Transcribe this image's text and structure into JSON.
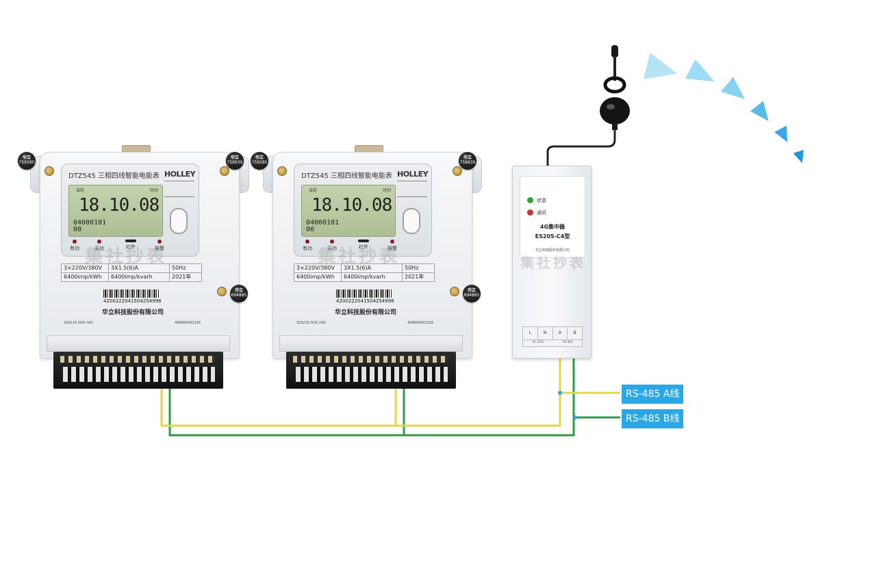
{
  "meters": [
    {
      "model": "DTZ545",
      "title": "三相四线智能电能表",
      "brand": "HOLLEY",
      "lcd_top_left": "当前",
      "lcd_top_right": "时间",
      "lcd_main": "18.10.08",
      "lcd_sub1": "04000101",
      "lcd_sub2": "00",
      "indicators": [
        "有功",
        "无功",
        "红外",
        "报警"
      ],
      "specs": {
        "voltage": "3×220V/380V",
        "current": "3X1.5(6)A",
        "freq": "50Hz",
        "imp_kwh": "6400imp/kWh",
        "imp_kvarh": "6400imp/kvarh",
        "year": "2021年"
      },
      "barcode_number": "4200222041504254998",
      "company": "华立科技股份有限公司",
      "footer_left": "320218 SDK (VA)",
      "footer_right": "408969432156",
      "seals": [
        {
          "brand": "华立",
          "number": "759280"
        },
        {
          "brand": "华立",
          "number": "759639"
        },
        {
          "brand": "华立",
          "number": "694885"
        }
      ]
    },
    {
      "model": "DTZ545",
      "title": "三相四线智能电能表",
      "brand": "HOLLEY",
      "lcd_top_left": "当前",
      "lcd_top_right": "时间",
      "lcd_main": "18.10.08",
      "lcd_sub1": "04000101",
      "lcd_sub2": "00",
      "indicators": [
        "有功",
        "无功",
        "红外",
        "报警"
      ],
      "specs": {
        "voltage": "3×220V/380V",
        "current": "3X1.5(6)A",
        "freq": "50Hz",
        "imp_kwh": "6400imp/kWh",
        "imp_kvarh": "6400imp/kvarh",
        "year": "2021年"
      },
      "barcode_number": "4200222041504254998",
      "company": "华立科技股份有限公司",
      "footer_left": "320218 SDK (VA)",
      "footer_right": "408969432156",
      "seals": [
        {
          "brand": "华立",
          "number": "759280"
        },
        {
          "brand": "华立",
          "number": "759639"
        },
        {
          "brand": "华立",
          "number": "694885"
        }
      ]
    }
  ],
  "concentrator": {
    "status_label": "状态",
    "comm_label": "通讯",
    "name": "4G集中器",
    "model": "ES205-C4型",
    "footer": "华立科技股份有限公司",
    "terminals": [
      "L",
      "N",
      "A",
      "B"
    ],
    "terminal_caption_left": "AC 220V",
    "terminal_caption_right": "RS-485"
  },
  "labels": {
    "wire_a": "RS-485 A线",
    "wire_b": "RS-485 B线"
  },
  "watermark": "集社抄表",
  "colors": {
    "wire_a": "#e3d64a",
    "wire_b": "#2e9a4a",
    "label_bg": "#2aa7e6",
    "signal": "#5ec3ec",
    "led_status": "#2fa33a",
    "led_comm": "#c0392b"
  }
}
